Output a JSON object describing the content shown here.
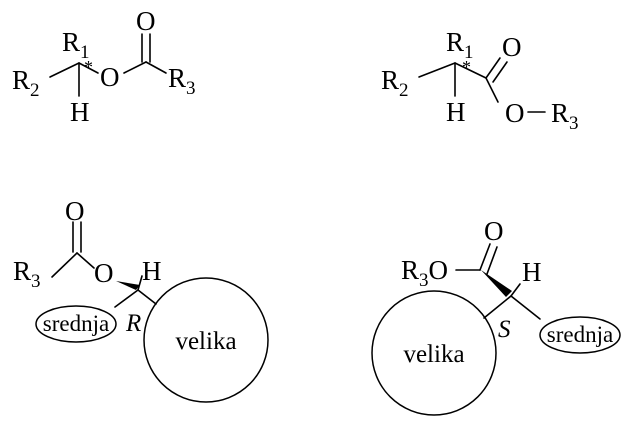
{
  "diagram": {
    "ester_left": {
      "r2": "R",
      "r2_sub": "2",
      "r1": "R",
      "r1_sub": "1",
      "star": "*",
      "h": "H",
      "o_chain": "O",
      "o_carbonyl": "O",
      "r3": "R",
      "r3_sub": "3"
    },
    "ester_right": {
      "r2": "R",
      "r2_sub": "2",
      "r1": "R",
      "r1_sub": "1",
      "star": "*",
      "h": "H",
      "o_carbonyl": "O",
      "o_ester": "O",
      "dash": "-",
      "r3": "R",
      "r3_sub": "3"
    },
    "model_left": {
      "o_carbonyl": "O",
      "r3": "R",
      "r3_sub": "3",
      "o_chain": "O",
      "h": "H",
      "config": "R",
      "medium_label": "srednja",
      "large_label": "velika"
    },
    "model_right": {
      "o_carbonyl": "O",
      "r3": "R",
      "r3_sub": "3",
      "o_ester": "O",
      "h": "H",
      "config": "S",
      "medium_label": "srednja",
      "large_label": "velika"
    }
  }
}
